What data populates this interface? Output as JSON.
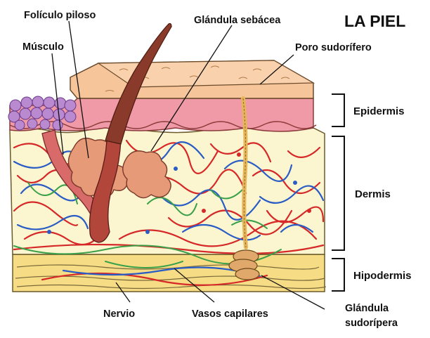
{
  "title": "LA PIEL",
  "labels": {
    "foliculo": "Folículo piloso",
    "glandula_sebacea": "Glándula sebácea",
    "musculo": "Músculo",
    "poro": "Poro sudorífero",
    "nervio": "Nervio",
    "vasos": "Vasos capilares",
    "glandula_sudoripara_1": "Glándula",
    "glandula_sudoripara_2": "sudorípera"
  },
  "layers": {
    "epidermis": "Epidermis",
    "dermis": "Dermis",
    "hipodermis": "Hipodermis"
  },
  "colors": {
    "epidermis_top": "#f7c59a",
    "epidermis_band": "#ef9aa6",
    "dermis": "#fbf6cf",
    "hipodermis": "#f7dc86",
    "muscle": "#d86a6a",
    "hair": "#8a3a2a",
    "sebaceous": "#e79a78",
    "pore": "#e8b65a",
    "vessel_red": "#d62828",
    "vessel_blue": "#2a5cc6",
    "nerve_green": "#3aa04a"
  }
}
